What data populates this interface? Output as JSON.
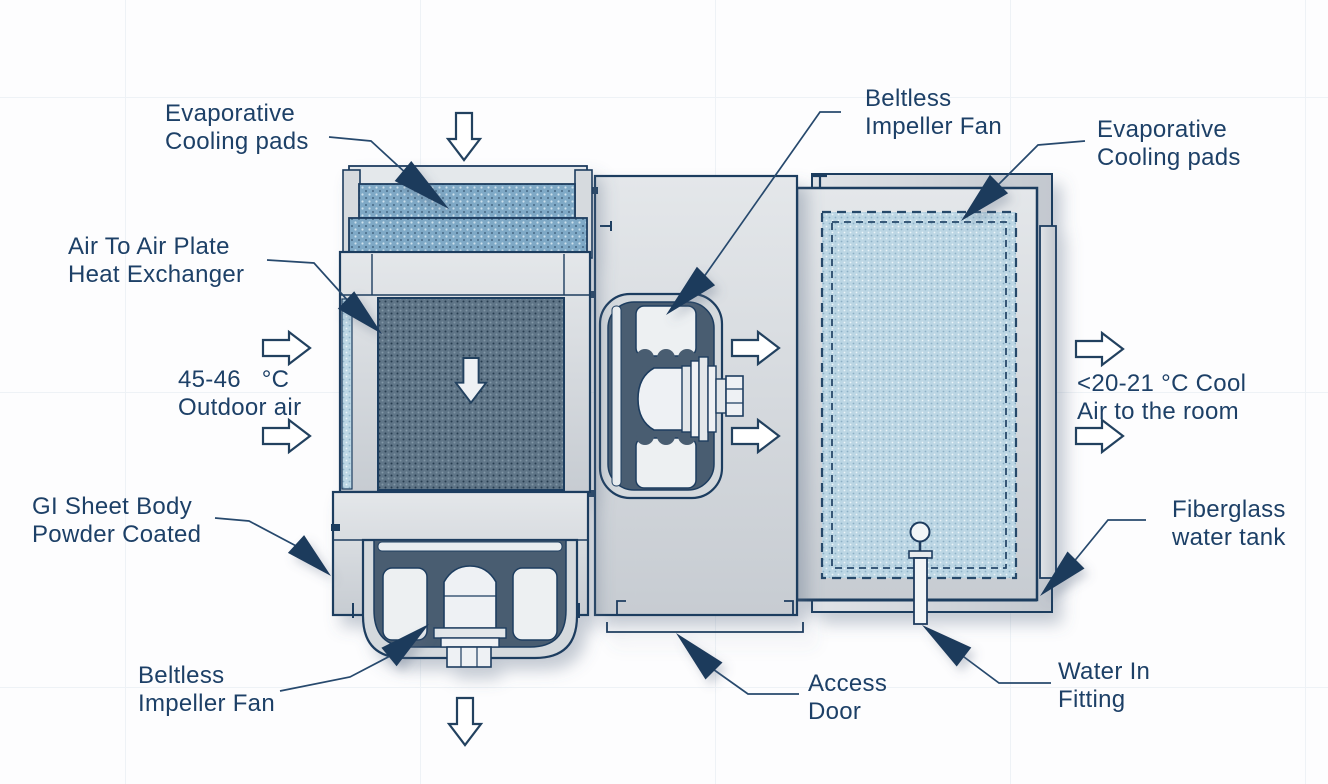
{
  "labels": {
    "evap_pads_left": "Evaporative\nCooling pads",
    "beltless_fan_top": "Beltless\nImpeller Fan",
    "evap_pads_right": "Evaporative\nCooling pads",
    "heat_exchanger": "Air To Air Plate\nHeat Exchanger",
    "outdoor_air": "45-46   °C\nOutdoor air",
    "cool_air": "<20-21 °C Cool\nAir to the room",
    "gi_sheet": "GI Sheet Body\nPowder Coated",
    "beltless_fan_bottom": "Beltless\nImpeller Fan",
    "access_door": "Access\nDoor",
    "water_in": "Water In\nFitting",
    "fiberglass_tank": "Fiberglass\nwater tank"
  },
  "colors": {
    "outline": "#1e3c5f",
    "label_text": "#1d4067",
    "panel_light": "#e2e5e9",
    "panel_dark": "#c9ced4",
    "pad_medium": "#7fa9c6",
    "pad_light": "#bcd6e4",
    "heat_exchanger_core": "#5f7487",
    "fan_cavity": "#4a5d71",
    "arrowhead": "#1d3a5c",
    "flow_arrow_fill": "#ffffff"
  }
}
